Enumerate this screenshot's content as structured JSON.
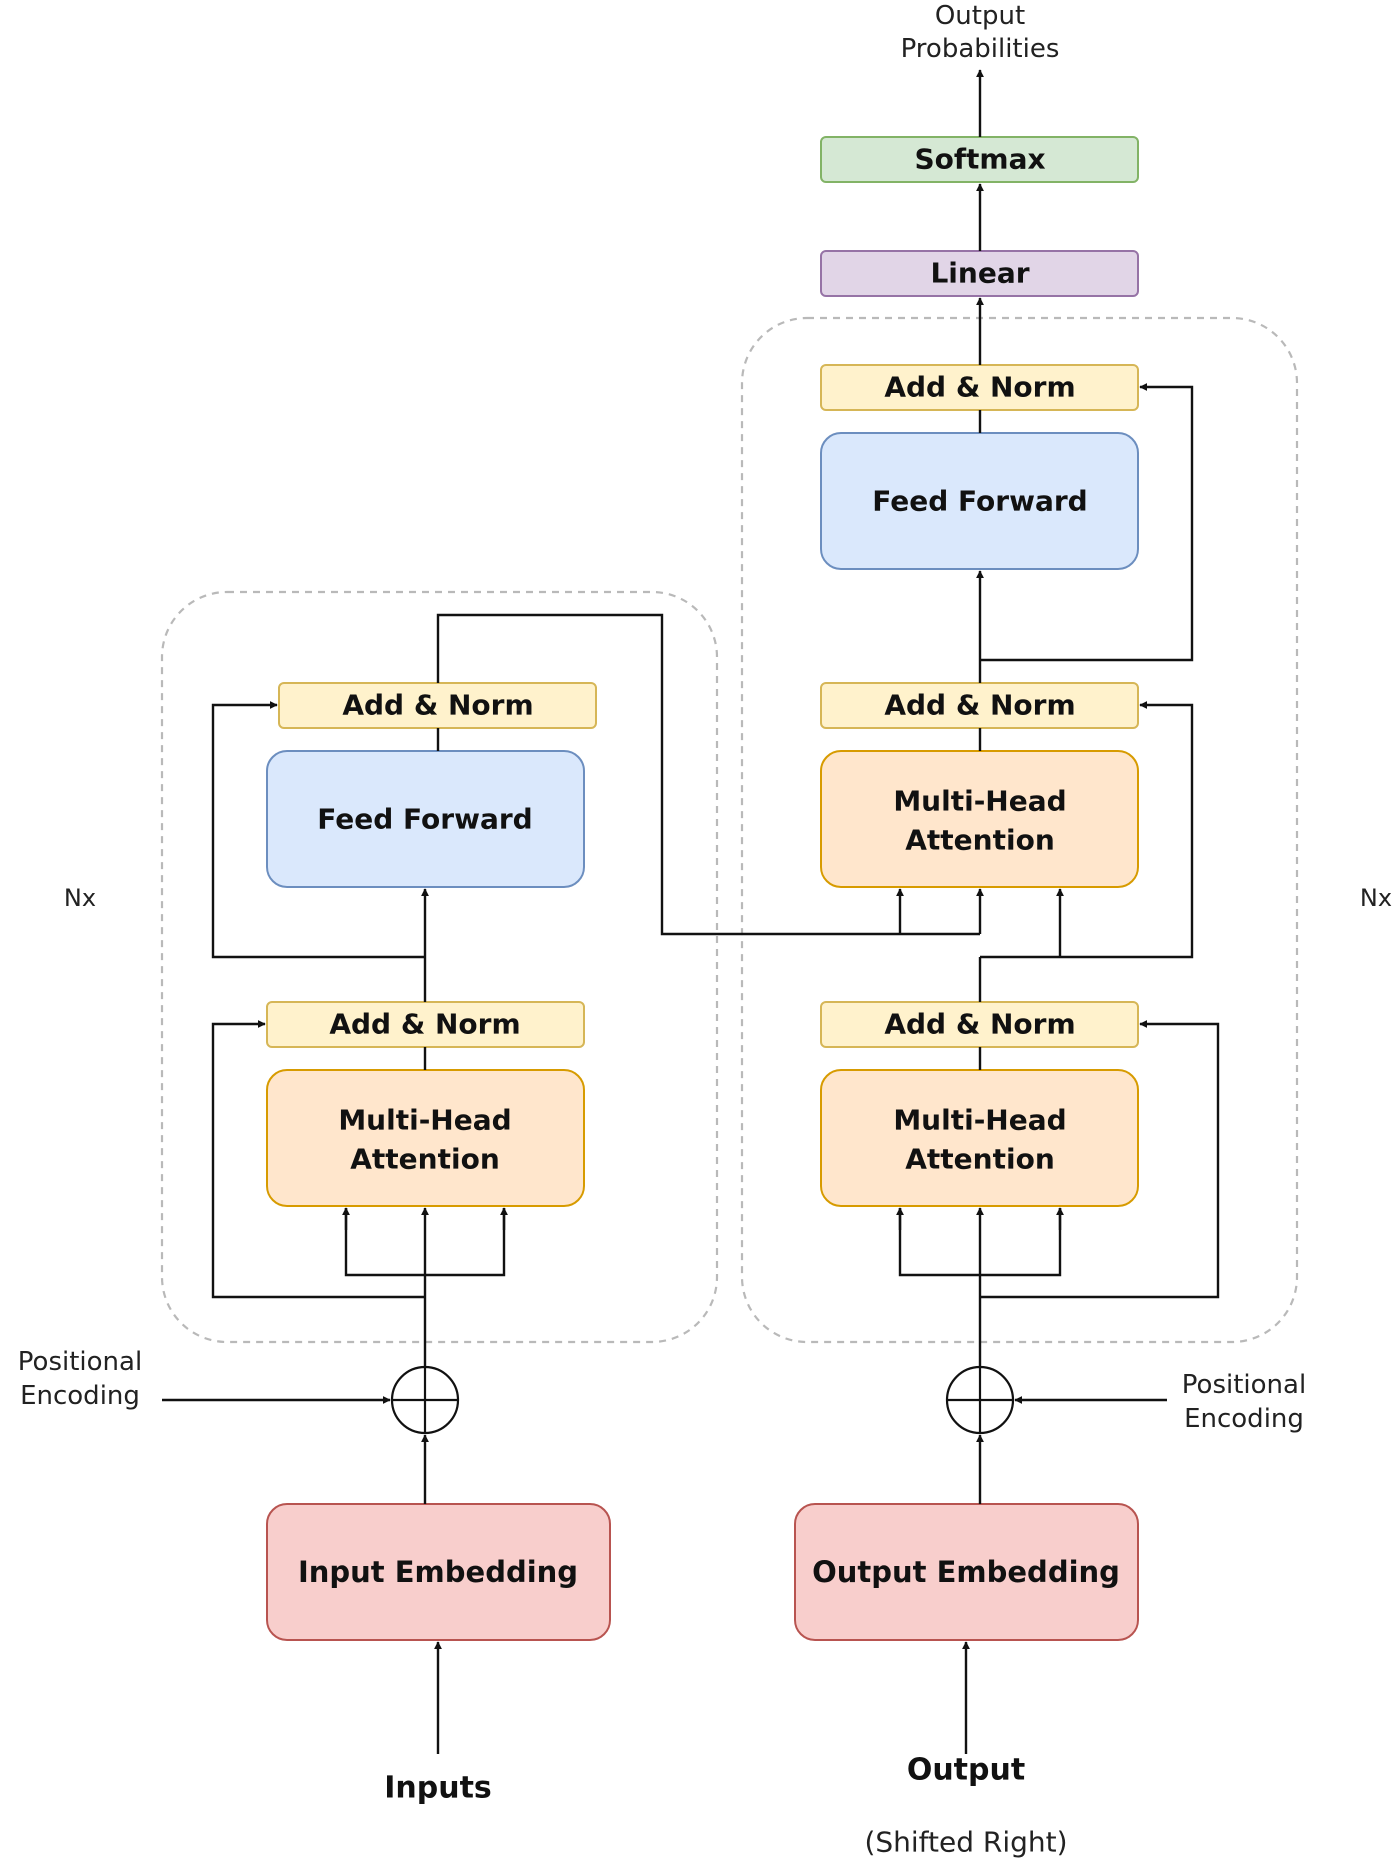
{
  "output": {
    "title_line1": "Output",
    "title_line2": "Probabilities"
  },
  "decoder": {
    "softmax": "Softmax",
    "linear": "Linear",
    "add_norm_top": "Add & Norm",
    "feed_forward": "Feed Forward",
    "add_norm_mid": "Add & Norm",
    "cross_attention_line1": "Multi-Head",
    "cross_attention_line2": "Attention",
    "add_norm_bottom": "Add & Norm",
    "self_attention_line1": "Multi-Head",
    "self_attention_line2": "Attention",
    "repeat_label": "Nx",
    "positional_line1": "Positional",
    "positional_line2": "Encoding",
    "embedding": "Output Embedding",
    "input_label": "Output",
    "input_sublabel": "(Shifted Right)"
  },
  "encoder": {
    "add_norm_top": "Add & Norm",
    "feed_forward": "Feed Forward",
    "add_norm_bottom": "Add & Norm",
    "attention_line1": "Multi-Head",
    "attention_line2": "Attention",
    "repeat_label": "Nx",
    "positional_line1": "Positional",
    "positional_line2": "Encoding",
    "embedding": "Input Embedding",
    "input_label": "Inputs"
  },
  "colors": {
    "add_norm_fill": "#fff2cc",
    "add_norm_stroke": "#d6b656",
    "feed_forward_fill": "#dae8fc",
    "feed_forward_stroke": "#6c8ebf",
    "attention_fill": "#ffe6cc",
    "attention_stroke": "#d79b00",
    "embedding_fill": "#f8cecc",
    "embedding_stroke": "#b85450",
    "softmax_fill": "#d5e8d4",
    "softmax_stroke": "#82b366",
    "linear_fill": "#e1d5e7",
    "linear_stroke": "#9673a6"
  }
}
